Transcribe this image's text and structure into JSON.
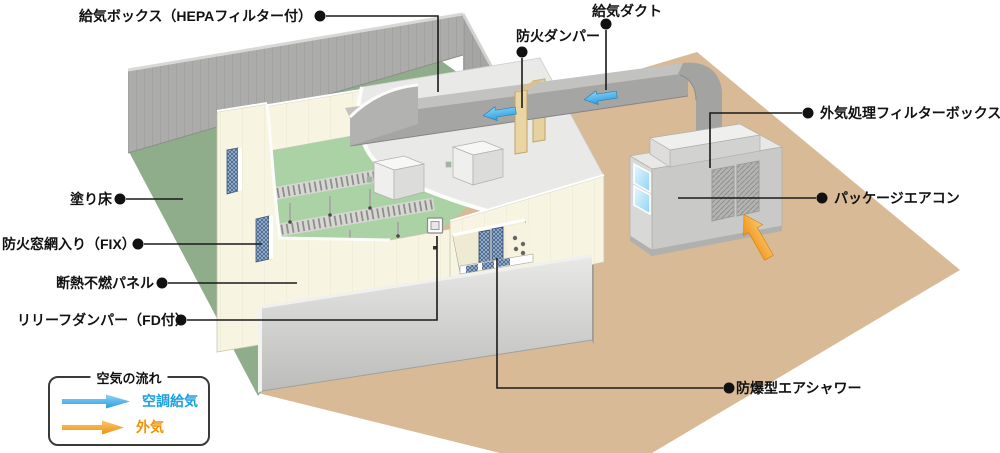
{
  "diagram": {
    "labels": {
      "supply_box": "給気ボックス（HEPAフィルター付）",
      "supply_duct": "給気ダクト",
      "fire_damper": "防火ダンパー",
      "outside_air_filter_box": "外気処理フィルターボックス",
      "package_air_conditioner": "パッケージエアコン",
      "coated_floor": "塗り床",
      "fire_window": "防火窓網入り（FIX）",
      "insulated_panel": "断熱不燃パネル",
      "relief_damper": "リリーフダンパー（FD付）",
      "explosion_proof_air_shower": "防爆型エアシャワー"
    },
    "legend": {
      "title": "空気の流れ",
      "items": [
        {
          "label": "空調給気",
          "color": "#1fa0e0",
          "icon": "blue-arrow-icon"
        },
        {
          "label": "外気",
          "color": "#f29100",
          "icon": "orange-arrow-icon"
        }
      ]
    },
    "colors": {
      "air_supply_blue": "#2b9ddf",
      "outside_air_orange": "#f09010",
      "ground_tan": "#d8ba96",
      "coated_floor_green": "#8fad8a",
      "interior_floor_green": "#aad2a4",
      "panel_cream": "#f7f4e1",
      "outer_wall_gray": "#acacaa"
    }
  }
}
